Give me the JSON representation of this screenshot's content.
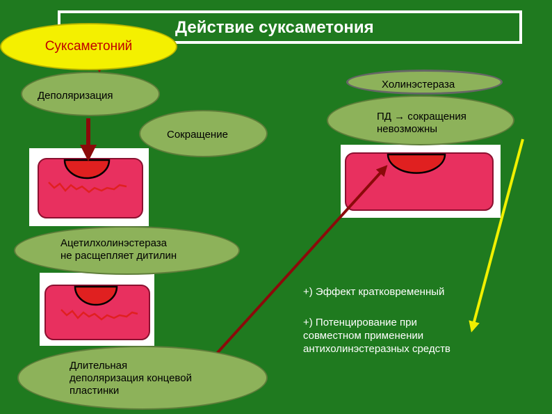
{
  "title": "Действие суксаметония",
  "nodes": {
    "suksametoniy": "Суксаметоний",
    "depolarization": "Деполяризация",
    "contraction": "Сокращение",
    "cholinesterase": "Холинэстераза",
    "pd_line1": "ПД → сокращения",
    "pd_line2": "невозможны",
    "acetyl_line1": "Ацетилхолинэстераза",
    "acetyl_line2": "не расщепляет дитилин",
    "long_line1": "Длительная",
    "long_line2": "деполяризация концевой",
    "long_line3": "пластинки"
  },
  "notes": {
    "effect": "+) Эффект кратковременный",
    "potent_line1": "+)  Потенцирование при",
    "potent_line2": "совместном применении",
    "potent_line3": "антихолинэстеразных средств"
  },
  "colors": {
    "background": "#1f7a1f",
    "ellipse_fill": "#8db25a",
    "suksametoniy_fill": "#f4f000",
    "suksametoniy_text": "#c00000",
    "muscle": "#e8305f",
    "endplate": "#e02020",
    "arrow_dark": "#8b0a0a",
    "arrow_yellow": "#f0f000"
  }
}
